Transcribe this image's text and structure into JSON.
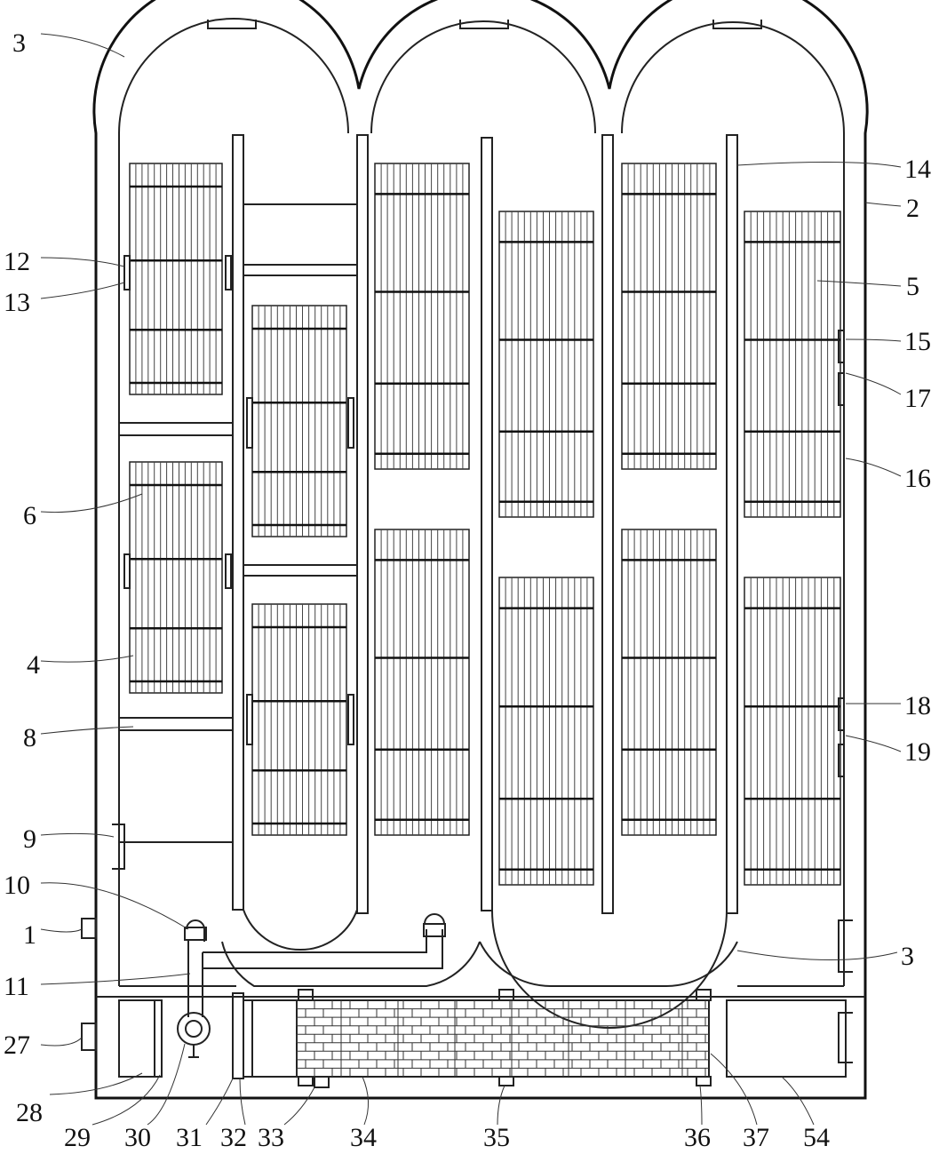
{
  "labels": {
    "l3a": "3",
    "l12": "12",
    "l13": "13",
    "l6": "6",
    "l4": "4",
    "l8": "8",
    "l9": "9",
    "l10": "10",
    "l1": "1",
    "l11": "11",
    "l27": "27",
    "l28": "28",
    "l29": "29",
    "l30": "30",
    "l31": "31",
    "l32": "32",
    "l33": "33",
    "l34": "34",
    "l35": "35",
    "l36": "36",
    "l37": "37",
    "l54": "54",
    "l14": "14",
    "l2": "2",
    "l5": "5",
    "l15": "15",
    "l17": "17",
    "l16": "16",
    "l18": "18",
    "l19": "19",
    "l3b": "3"
  }
}
